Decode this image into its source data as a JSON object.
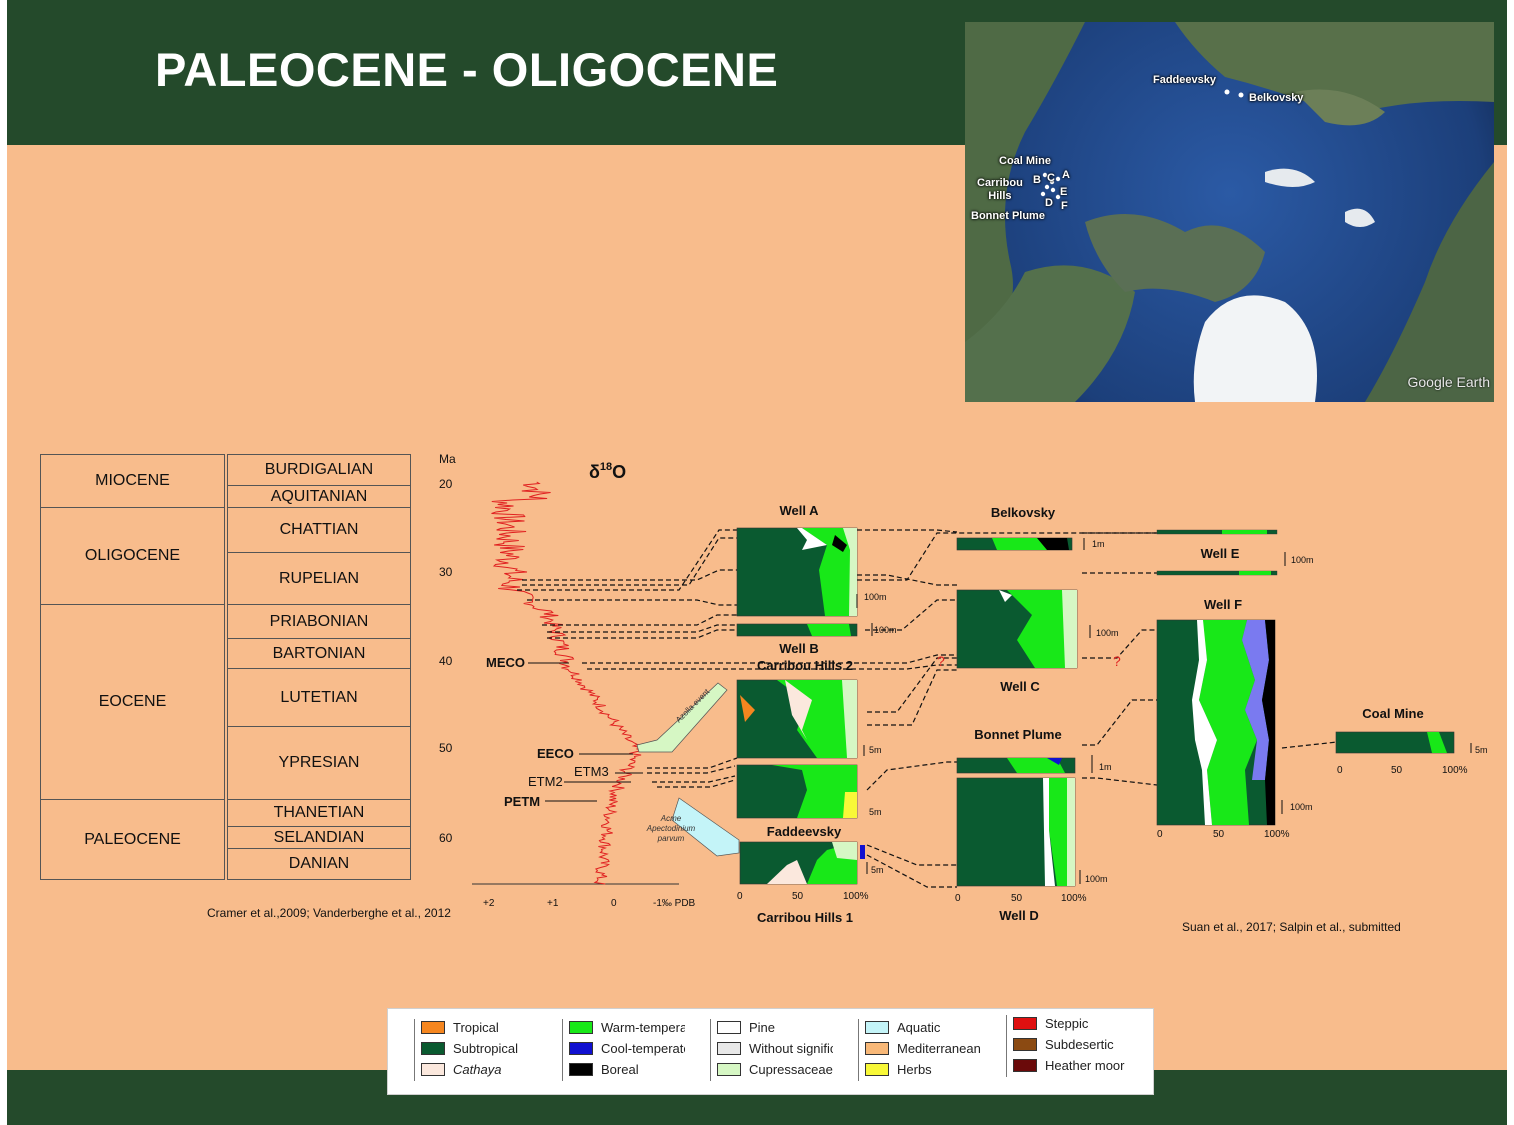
{
  "slide": {
    "title": "PALEOCENE - OLIGOCENE"
  },
  "map": {
    "labels": {
      "faddeevsky": "Faddeevsky",
      "belkovsky": "Belkovsky",
      "coal_mine": "Coal Mine",
      "carribou_hills": "Carribou\nHills",
      "bonnet_plume": "Bonnet Plume",
      "a": "A",
      "b": "B",
      "c": "C",
      "d": "D",
      "e": "E",
      "f": "F"
    },
    "watermark": "Google Earth",
    "colors": {
      "ocean": "#1c3f7a",
      "land": "#4c6b4a",
      "ice": "#f2f4f6"
    }
  },
  "strat_table": {
    "rows": [
      {
        "epoch": "MIOCENE",
        "stages": [
          "BURDIGALIAN",
          "AQUITANIAN"
        ]
      },
      {
        "epoch": "OLIGOCENE",
        "stages": [
          "CHATTIAN",
          "RUPELIAN"
        ]
      },
      {
        "epoch": "EOCENE",
        "stages": [
          "PRIABONIAN",
          "BARTONIAN",
          "LUTETIAN",
          "YPRESIAN"
        ]
      },
      {
        "epoch": "PALEOCENE",
        "stages": [
          "THANETIAN",
          "SELANDIAN",
          "DANIAN"
        ]
      }
    ]
  },
  "isotope": {
    "title_prefix": "δ",
    "title_sup": "18",
    "title_suffix": "O",
    "axis_unit": "Ma",
    "ticks": [
      "20",
      "30",
      "40",
      "50",
      "60"
    ],
    "x_ticks": [
      "+2",
      "+1",
      "0",
      "-1‰ PDB"
    ],
    "events": [
      "MECO",
      "EECO",
      "ETM3",
      "ETM2",
      "PETM"
    ],
    "azolla": "Azolla event",
    "acme_line1": "Acme",
    "acme_line2": "Apectodinium",
    "acme_line3": "parvum",
    "line_color": "#e02020"
  },
  "sites": {
    "well_a": "Well A",
    "well_b": "Well B",
    "carribou_hills_2": "Carribou Hills 2",
    "faddeevsky": "Faddeevsky",
    "carribou_hills_1": "Carribou Hills 1",
    "belkovsky": "Belkovsky",
    "well_c": "Well C",
    "bonnet_plume": "Bonnet Plume",
    "well_d": "Well D",
    "well_e": "Well E",
    "well_f": "Well F",
    "coal_mine": "Coal Mine"
  },
  "scales": {
    "s100m": "100m",
    "s5m": "5m",
    "s1m": "1m",
    "pct_0": "0",
    "pct_50": "50",
    "pct_100": "100%",
    "question": "?"
  },
  "citations": {
    "left": "Cramer et al.,2009; Vanderberghe et al., 2012",
    "right": "Suan et al., 2017; Salpin et al., submitted"
  },
  "legend": {
    "columns": [
      [
        {
          "label": "Tropical",
          "color": "#f5861f"
        },
        {
          "label": "Subtropical",
          "color": "#0a5a30"
        },
        {
          "label": "Cathaya",
          "color": "#fbe8dd"
        }
      ],
      [
        {
          "label": "Warm-temperate",
          "color": "#18e818"
        },
        {
          "label": "Cool-temperate",
          "color": "#1010d0"
        },
        {
          "label": "Boreal",
          "color": "#000000"
        }
      ],
      [
        {
          "label": "Pine",
          "color": "#ffffff"
        },
        {
          "label": "Without significance",
          "color": "#e8e8e8"
        },
        {
          "label": "Cupressaceae",
          "color": "#d6f7c4"
        }
      ],
      [
        {
          "label": "Aquatic",
          "color": "#c4f4f8"
        },
        {
          "label": "Mediterranean",
          "color": "#f8b878"
        },
        {
          "label": "Herbs",
          "color": "#f8f838"
        }
      ],
      [
        {
          "label": "Steppic",
          "color": "#e01010"
        },
        {
          "label": "Subdesertic",
          "color": "#8b4a12"
        },
        {
          "label": "Heather moor",
          "color": "#6a0a0a"
        }
      ]
    ]
  }
}
